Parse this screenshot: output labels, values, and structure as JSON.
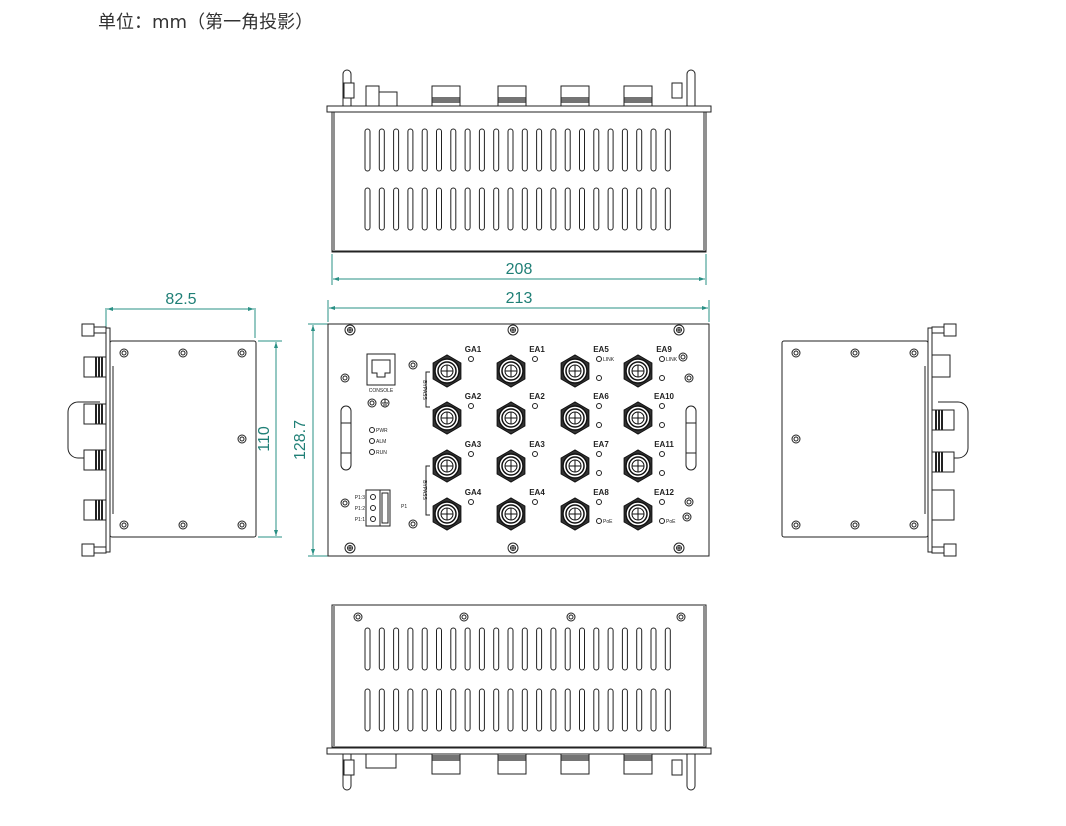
{
  "header": {
    "unit_text": "单位：mm（第一角投影）"
  },
  "dimensions": {
    "top_width": "208",
    "front_width": "213",
    "side_depth": "82.5",
    "side_height": "110",
    "front_height": "128.7"
  },
  "front_panel": {
    "console_label": "CONSOLE",
    "leds": [
      "PWR",
      "ALM",
      "RUN"
    ],
    "power_pins": [
      "P1:3",
      "P1:2",
      "P1:1"
    ],
    "power_label": "P1",
    "bypass_label": "BYPASS",
    "link_label": "LINK",
    "poe_label": "PoE",
    "ports": [
      [
        "GA1",
        "EA1",
        "EA5",
        "EA9"
      ],
      [
        "GA2",
        "EA2",
        "EA6",
        "EA10"
      ],
      [
        "GA3",
        "EA3",
        "EA7",
        "EA11"
      ],
      [
        "GA4",
        "EA4",
        "EA8",
        "EA12"
      ]
    ]
  },
  "colors": {
    "dimension": "#2a9085",
    "line": "#222222"
  }
}
